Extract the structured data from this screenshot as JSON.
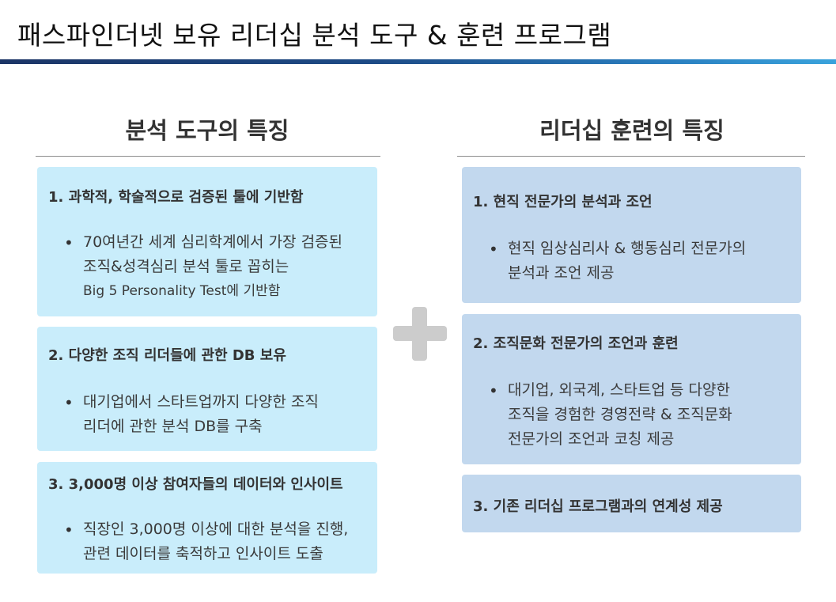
{
  "page": {
    "title": "패스파인더넷 보유 리더십 분석 도구 & 훈련 프로그램"
  },
  "left_column": {
    "heading": "분석 도구의 특징",
    "cards": [
      {
        "title": "1. 과학적, 학술적으로 검증된 툴에 기반함",
        "lines": [
          "70여년간 세계 심리학계에서 가장 검증된",
          "조직&성격심리 분석 툴로 꼽히는",
          "Big 5 Personality Test에 기반함"
        ]
      },
      {
        "title": "2. 다양한 조직 리더들에 관한 DB 보유",
        "lines": [
          "대기업에서 스타트업까지 다양한 조직",
          "리더에 관한 분석 DB를 구축"
        ]
      },
      {
        "title": "3. 3,000명 이상 참여자들의 데이터와 인사이트",
        "lines": [
          "직장인 3,000명 이상에 대한 분석을 진행,",
          "관련 데이터를 축적하고 인사이트 도출"
        ]
      }
    ]
  },
  "right_column": {
    "heading": "리더십 훈련의 특징",
    "cards": [
      {
        "title": "1. 현직 전문가의 분석과 조언",
        "lines": [
          "현직 임상심리사 & 행동심리 전문가의",
          "분석과 조언 제공"
        ]
      },
      {
        "title": "2. 조직문화 전문가의 조언과 훈련",
        "lines": [
          "대기업, 외국계, 스타트업 등 다양한",
          "조직을 경험한 경영전략 & 조직문화",
          "전문가의 조언과 코칭 제공"
        ]
      },
      {
        "title": "3. 기존 리더십 프로그램과의 연계성 제공",
        "lines": []
      }
    ]
  },
  "icons": {
    "center": "plus-icon"
  },
  "colors": {
    "left_card_bg": "#c9edfb",
    "right_card_bg": "#c2d8ee",
    "title_rule_start": "#1c3566",
    "title_rule_end": "#3aa3dc",
    "plus": "#cccccc"
  },
  "bullet_char": "•"
}
